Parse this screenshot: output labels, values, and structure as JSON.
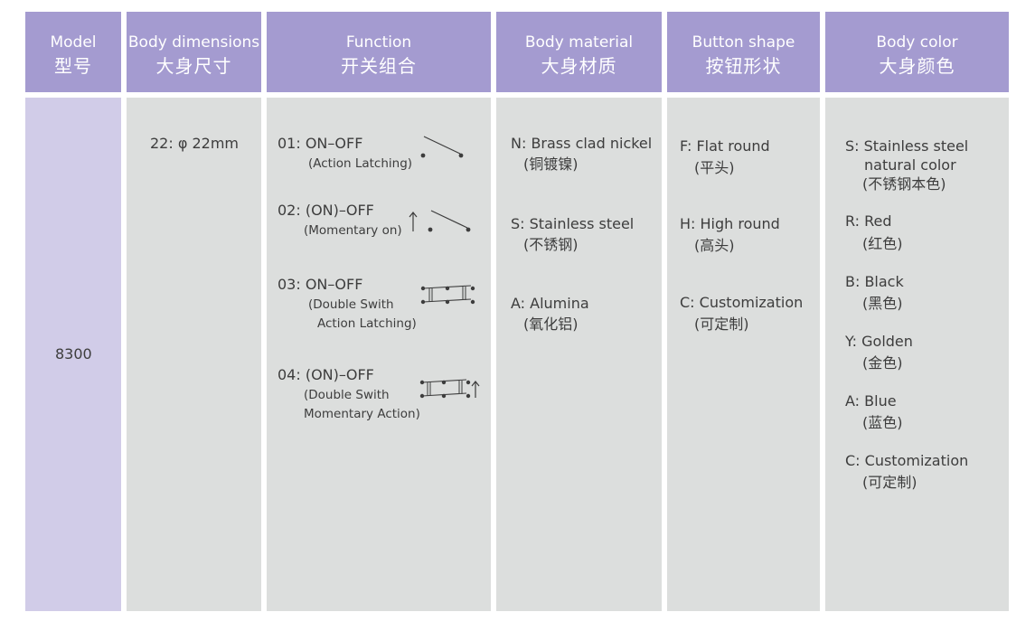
{
  "headers": [
    {
      "en": "Model",
      "zh": "型号"
    },
    {
      "en": "Body dimensions",
      "zh": "大身尺寸"
    },
    {
      "en": "Function",
      "zh": "开关组合"
    },
    {
      "en": "Body material",
      "zh": "大身材质"
    },
    {
      "en": "Button shape",
      "zh": "按钮形状"
    },
    {
      "en": "Body color",
      "zh": "大身颜色"
    }
  ],
  "model": {
    "value": "8300"
  },
  "dimensions": {
    "value": "22: φ 22mm"
  },
  "functions": [
    {
      "code": "01: ON–OFF",
      "desc": [
        "(Action Latching)"
      ]
    },
    {
      "code": "02: (ON)–OFF",
      "desc": [
        "(Momentary on)"
      ]
    },
    {
      "code": "03: ON–OFF",
      "desc": [
        "(Double Swith",
        "Action Latching)"
      ]
    },
    {
      "code": "04: (ON)–OFF",
      "desc": [
        "(Double Swith",
        "Momentary Action)"
      ]
    }
  ],
  "materials": [
    {
      "en": "N: Brass clad nickel",
      "zh": "(铜镀镍)"
    },
    {
      "en": "S: Stainless steel",
      "zh": "(不锈钢)"
    },
    {
      "en": "A: Alumina",
      "zh": "(氧化铝)"
    }
  ],
  "shapes": [
    {
      "en": "F: Flat round",
      "zh": "(平头)"
    },
    {
      "en": "H: High round",
      "zh": "(高头)"
    },
    {
      "en": "C: Customization",
      "zh": "(可定制)"
    }
  ],
  "colors": [
    {
      "en": [
        "S: Stainless steel",
        "natural color"
      ],
      "zh": "(不锈钢本色)"
    },
    {
      "en": [
        "R: Red"
      ],
      "zh": "(红色)"
    },
    {
      "en": [
        "B: Black"
      ],
      "zh": "(黑色)"
    },
    {
      "en": [
        "Y: Golden"
      ],
      "zh": "(金色)"
    },
    {
      "en": [
        "A: Blue"
      ],
      "zh": "(蓝色)"
    },
    {
      "en": [
        "C: Customization"
      ],
      "zh": "(可定制)"
    }
  ],
  "theme": {
    "header_bg": "#a49bd0",
    "model_col_bg": "#d1cce8",
    "col_bg": "#dcdedd",
    "text": "#3d3d3d"
  }
}
